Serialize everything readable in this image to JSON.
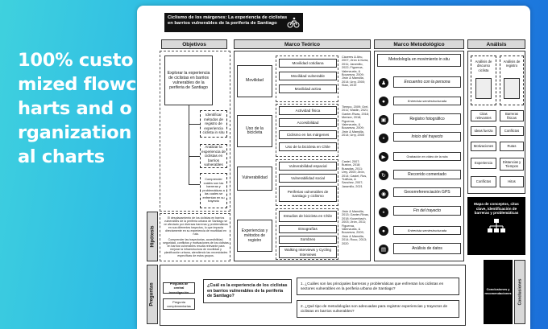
{
  "promo": {
    "text": "100% customized flowcharts and organizational charts"
  },
  "title": "Ciclismo de los márgenes: La experiencia de ciclistas en barrios vulnerables de la periferia de Santiago",
  "headers": {
    "objetivos": "Objetivos",
    "marco_teorico": "Marco Teórico",
    "marco_metodologico": "Marco Metodológico",
    "analisis": "Análisis"
  },
  "objetivos": {
    "main": "Explorar la experiencia de ciclistas en barrios vulnerables de la periferia de Santiago",
    "specific": [
      "Identificar métodos de registro de experiencia ciclista in situ",
      "Analizar la experiencia de ciclistas en barrios vulnerables",
      "Comprender cuáles son las barreras y problemáticas a las cuales se enfrentan en su trayecto"
    ]
  },
  "teorico": {
    "groups": [
      {
        "label": "Movilidad",
        "items": [
          "Movilidad cotidiana",
          "Movilidad vulnerable",
          "Movilidad activa"
        ],
        "refs": "Cáceres & Ahu, 2007; Jirón & Iturra, 2011; Jaramillo, 2022; Figueroa, Valenzuela, & Bocareza, 2009; Jirón & Mansilla, 2014; Urry, 2000; Stan, 2019"
      },
      {
        "label": "Uso de la bicicleta",
        "items": [
          "Actividad física",
          "Accesibilidad",
          "Ciclismo en los márgenes",
          "Uso de la bicicleta en Chile"
        ],
        "refs": "Tiempo, 2009; Grel, 2011; Waklin, 2021; Ganter-Rivas, 2018; Mertzer, 2018; Figueroa, Valenzuela, & Bocareza, 2009; Jirón & Mansilla, 2014; Urry, 2000"
      },
      {
        "label": "Vulnerabilidad",
        "items": [
          "Vulnerabilidad espacial",
          "Vulnerabilidad social",
          "Periferias vulnerables de Santiago y ciclismo"
        ],
        "refs": "Castel, 2007; Bustos, 2018; Busadas, 2011; Urry, 2000; Jirón, 2014; Castel, Ros, Traffura, & Sanchez, 2007; Jaramillo, 2021"
      },
      {
        "label": "Experiencias y métodos de registro",
        "items": [
          "Estudios de bicicleta en Chile",
          "Etnografías",
          "Sombreo",
          "Walking Interviews y Cycling Interviews"
        ],
        "refs": "Jirón & Mansilla, 2013; Ganter-Rivas, 2018; Kusenbach, 2003; Jirón, 2011; Figueroa, Valenzuela, & Bocareza, 2009; Jirón & Mansilla, 2014; Roco, 2013; 2020"
      }
    ]
  },
  "metodologico": {
    "top": "Metodología en movimiento in situ",
    "steps": [
      "Encuentro con la persona",
      "Entrevista semiestructurada",
      "Registro fotográfico",
      "Inicio del trayecto",
      "Grabación en video de la ruta",
      "Recorrido comentado",
      "Geoorreferenciación GPS",
      "Fin del trayecto",
      "Entrevista semiestructurada",
      "Análisis de datos"
    ]
  },
  "analisis": {
    "col1_title": "Análisis de discurso ciclista",
    "col2_title": "Análisis de registro",
    "col1_items": [
      "Citas relevantes",
      "Ideas fuerza",
      "Motivaciones",
      "Experiencia",
      "Conflictos"
    ],
    "col2_items": [
      "Barreras físicas",
      "Conflictos",
      "Rutas",
      "Distancias y Tiempos",
      "Hitos"
    ],
    "map_text": "Mapa de conceptos, citas clave, identificación de barreras y problemáticas",
    "concl_text": "Conclusiones y recomendaciones",
    "concl_label": "Conclusiones"
  },
  "hipotesis": {
    "label": "Hipótesis",
    "p1": "El desplazamiento de los ciclistas en barrios vulnerables de la periferia urbana de Santiago se ve afectado por diversas barreras y problemáticas en sus diferentes trayectos, lo que impacta directamente en su experiencia de movilidad en ruta.",
    "p2": "Comprender las trayectorias, accesibilidad, seguridad, conflictos y motivaciones de los ciclistas en barrios vulnerables resulta relevante para mejorar la infraestructura de movilidad y planificación urbana, atendiendo las necesidades específicas de estos grupos."
  },
  "preguntas": {
    "label": "Preguntas",
    "central_label": "Pregunta de central investigación",
    "comp_label": "Pregunta complementarias",
    "central": "¿Cuál es la experiencia de los ciclistas en barrios vulnerables de la periferia de Santiago?",
    "q1": "1. ¿Cuáles son las principales barreras y problemáticas que enfrentan los ciclistas en sectores vulnerables en la periferia urbana de Santiago?",
    "q2": "2. ¿Qué tipo de metodologías son adecuadas para registrar experiencias y trayectos de ciclistas en barrios vulnerables?"
  }
}
